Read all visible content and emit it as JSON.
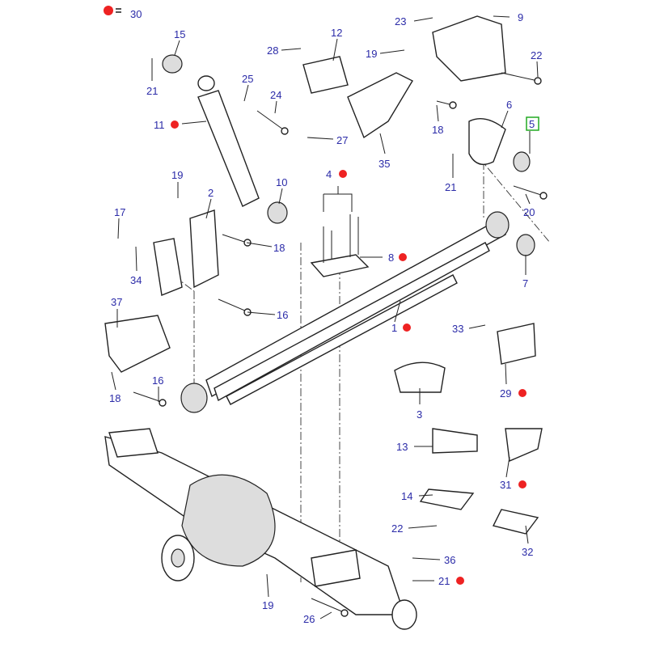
{
  "legend": {
    "value": "30",
    "marker_color": "#ee2222"
  },
  "label_color": "#2b2ba8",
  "highlight_color": "#22aa22",
  "callouts": {
    "c15": "15",
    "c21a": "21",
    "c25": "25",
    "c24": "24",
    "c11": "11",
    "c28": "28",
    "c12": "12",
    "c19a": "19",
    "c27": "27",
    "c35": "35",
    "c23": "23",
    "c9": "9",
    "c22a": "22",
    "c6": "6",
    "c5": "5",
    "c18a": "18",
    "c21b": "21",
    "c20": "20",
    "c19b": "19",
    "c2": "2",
    "c10": "10",
    "c4": "4",
    "c17": "17",
    "c18b": "18",
    "c34": "34",
    "c8": "8",
    "c7": "7",
    "c37": "37",
    "c16a": "16",
    "c1": "1",
    "c33": "33",
    "c16b": "16",
    "c18c": "18",
    "c3": "3",
    "c29": "29",
    "c13": "13",
    "c31": "31",
    "c14": "14",
    "c22b": "22",
    "c32": "32",
    "c36": "36",
    "c21c": "21",
    "c19c": "19",
    "c26": "26"
  }
}
